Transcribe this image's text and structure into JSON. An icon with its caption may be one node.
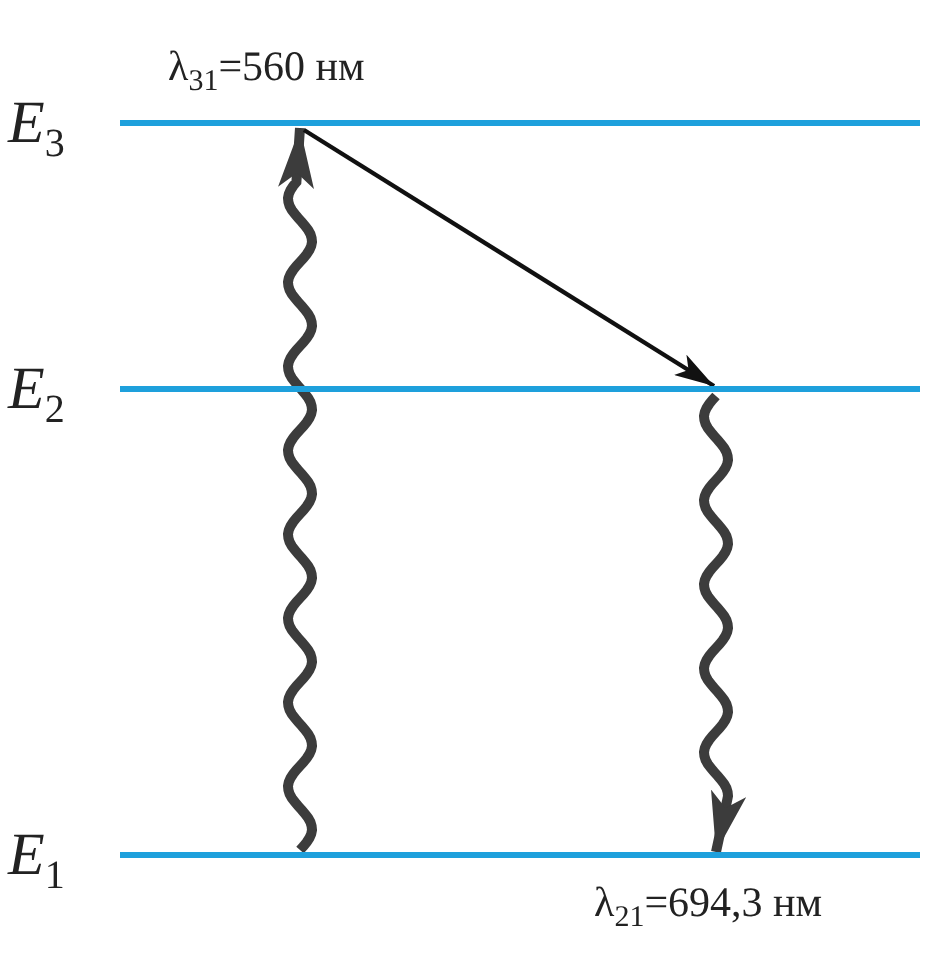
{
  "diagram": {
    "nodes": [
      {
        "text": [
          "E$_{3}$"
        ]
      },
      {
        "text": [
          "E$_{2}$"
        ]
      },
      {
        "text": [
          "E$_{1}$"
        ]
      }
    ],
    "edges": [
      {
        "from": 2,
        "to": 0,
        "arrow": "to"
      },
      {
        "from": 0,
        "to": 1,
        "arrow": "to",
        "color": "#111111"
      },
      {
        "from": 1,
        "to": 2,
        "arrow": "to"
      }
    ],
    "labels": [
      "λ$_{31}$=560 нм",
      "λ$_{21}$=694,3 нм"
    ]
  }
}
